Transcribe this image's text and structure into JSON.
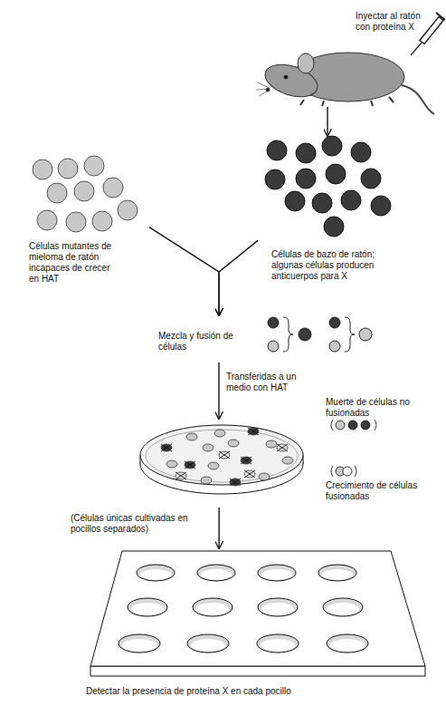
{
  "diagram": {
    "nodes": [
      {
        "text": [
          "Inyectar al ratón con proteína X"
        ]
      },
      {
        "text": [
          "Células mutantes de mieloma de ratón incapaces de crecer en HAT"
        ]
      },
      {
        "text": [
          "Células de bazo de ratón; algunas células producen anticuerpos para X"
        ]
      },
      {
        "text": [
          "Mezcla y fusión de células"
        ]
      },
      {
        "text": [
          "Muerte de células no fusionadas",
          "Crecimiento de células fusionadas"
        ]
      },
      {
        "text": [
          "Detectar la presencia de proteína X en cada pocillo"
        ]
      }
    ],
    "edges": [
      {
        "from": 0,
        "to": 2,
        "arrow": "to"
      },
      {
        "from": 1,
        "to": 3,
        "arrow": "to"
      },
      {
        "from": 2,
        "to": 3,
        "arrow": "to"
      },
      {
        "from": 3,
        "to": 4,
        "label": "Transferidas a un medio con HAT",
        "arrow": "to"
      },
      {
        "from": 4,
        "to": 5,
        "label": "(Células únicas cultivadas en pocillos separados)",
        "arrow": "to"
      }
    ]
  }
}
